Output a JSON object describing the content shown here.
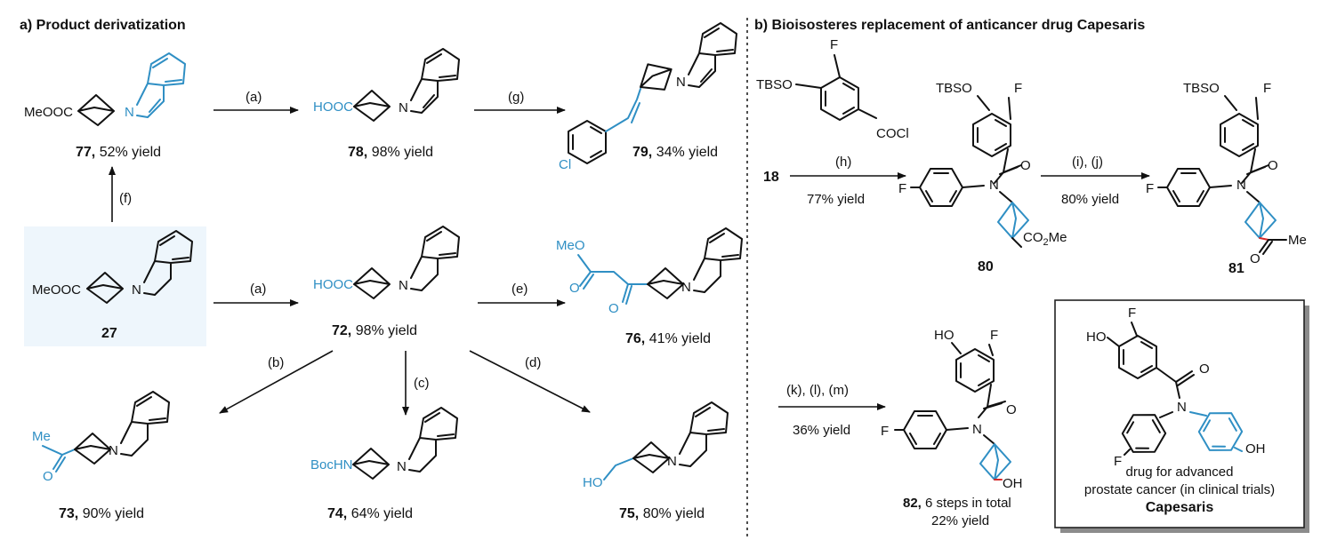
{
  "headings": {
    "a": "a) Product derivatization",
    "b": "b) Bioisosteres replacement of anticancer drug Capesaris"
  },
  "compounds": {
    "c77": {
      "num": "77,",
      "yield": " 52% yield"
    },
    "c78": {
      "num": "78,",
      "yield": " 98% yield"
    },
    "c79": {
      "num": "79,",
      "yield": " 34% yield"
    },
    "c27": {
      "num": "27"
    },
    "c72": {
      "num": "72,",
      "yield": " 98% yield"
    },
    "c76": {
      "num": "76,",
      "yield": " 41% yield"
    },
    "c73": {
      "num": "73,",
      "yield": " 90% yield"
    },
    "c74": {
      "num": "74,",
      "yield": " 64% yield"
    },
    "c75": {
      "num": "75,",
      "yield": " 80% yield"
    },
    "c18": {
      "num": "18"
    },
    "c80": {
      "num": "80"
    },
    "c81": {
      "num": "81"
    },
    "c82": {
      "num": "82,",
      "yield": " 6 steps in total",
      "yield2": "22% yield"
    }
  },
  "reagents": {
    "a1": "(a)",
    "g": "(g)",
    "f": "(f)",
    "a2": "(a)",
    "e": "(e)",
    "b": "(b)",
    "c": "(c)",
    "d": "(d)",
    "h": "(h)",
    "h_yield": "77% yield",
    "ij": "(i), (j)",
    "ij_yield": "80% yield",
    "klm": "(k), (l), (m)",
    "klm_yield": "36% yield"
  },
  "groups": {
    "meooc": "MeOOC",
    "hooc": "HOOC",
    "bochn": "BocHN",
    "me": "Me",
    "meo": "MeO",
    "o": "O",
    "n": "N",
    "ho": "HO",
    "oh": "OH",
    "cl": "Cl",
    "f": "F",
    "tbso": "TBSO",
    "cocl": "COCl",
    "co2me": "CO",
    "co2me_sub": "2",
    "co2me_tail": "Me"
  },
  "capesaris": {
    "line1": "drug for advanced",
    "line2": "prostate cancer (in clinical trials)",
    "name": "Capesaris"
  },
  "colors": {
    "blue": "#2f8fc4",
    "red": "#d62a2a",
    "highlight": "#eef6fc"
  }
}
